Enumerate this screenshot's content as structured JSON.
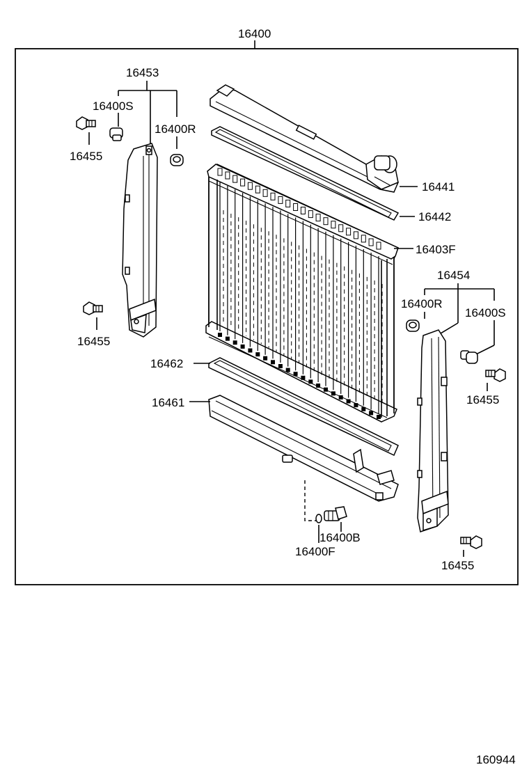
{
  "labels": {
    "assembly": "16400",
    "left_bracket": "16453",
    "left_stopper_s": "16400S",
    "left_stopper_r": "16400R",
    "left_bolt_top": "16455",
    "left_bolt_bottom": "16455",
    "upper_tank": "16441",
    "upper_gasket": "16442",
    "core": "16403F",
    "right_bracket": "16454",
    "right_stopper_r": "16400R",
    "right_stopper_s": "16400S",
    "right_bolt_top": "16455",
    "right_bolt_bottom": "16455",
    "lower_gasket": "16462",
    "lower_tank": "16461",
    "drain_cock": "16400B",
    "drain_oring": "16400F",
    "figure_number": "160944"
  }
}
